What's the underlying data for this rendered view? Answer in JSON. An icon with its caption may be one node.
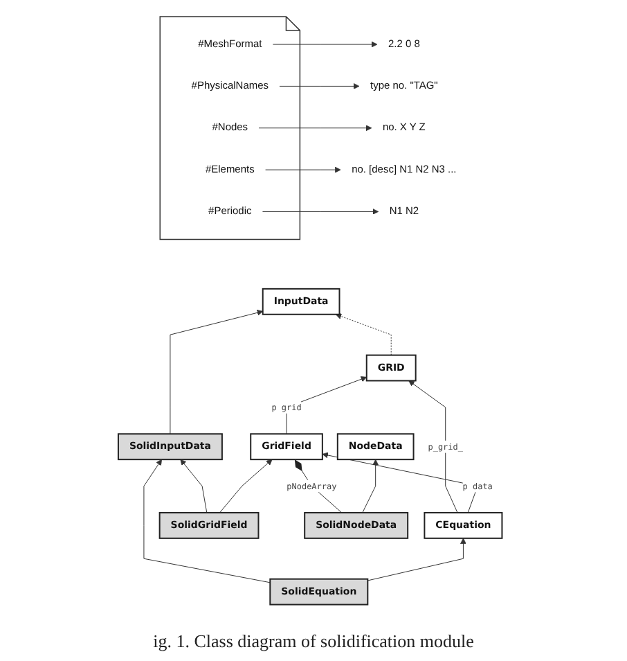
{
  "diagram": {
    "caption": "ig. 1. Class diagram of solidification module",
    "nodes": [
      {
        "text": [
          "CEquation"
        ]
      },
      {
        "text": [
          "GridField"
        ]
      },
      {
        "text": [
          "InputData"
        ]
      },
      {
        "text": [
          "SolidEquation"
        ]
      },
      {
        "text": [
          "SolidInputData"
        ]
      },
      {
        "text": [
          "SolidGridField"
        ]
      },
      {
        "text": [
          "GRID"
        ]
      },
      {
        "text": [
          "NodeData"
        ]
      },
      {
        "text": [
          "SolidNodeData"
        ]
      },
      {
        "text": [],
        "shape": "document"
      },
      {
        "text": [
          "#MeshFormat"
        ],
        "in": 9
      },
      {
        "text": [
          "2.2 0 8"
        ]
      },
      {
        "text": [
          "#PhysicalNames"
        ],
        "in": 9
      },
      {
        "text": [
          "type no. \"TAG\""
        ]
      },
      {
        "text": [
          "#Nodes"
        ],
        "in": 9
      },
      {
        "text": [
          "no. X Y Z"
        ]
      },
      {
        "text": [
          "#Elements"
        ],
        "in": 9
      },
      {
        "text": [
          "no. [desc] N1 N2 N3 ..."
        ]
      },
      {
        "text": [
          "#Periodic"
        ],
        "in": 9
      },
      {
        "text": [
          "N1 N2"
        ]
      }
    ],
    "edges": [
      {
        "from": 0,
        "to": 1,
        "arrow": "to",
        "label": "p data"
      },
      {
        "from": 0,
        "to": 6,
        "arrow": "to",
        "label": "p_grid_"
      },
      {
        "from": 3,
        "to": 0,
        "arrow": "to"
      },
      {
        "from": 6,
        "to": 2,
        "arrow": "to",
        "style": "dashed"
      },
      {
        "from": 4,
        "to": 2,
        "arrow": "to"
      },
      {
        "from": 5,
        "to": 1,
        "arrow": "to"
      },
      {
        "from": 3,
        "to": 4,
        "arrow": "to"
      },
      {
        "from": 5,
        "to": 4,
        "arrow": "to"
      },
      {
        "from": 1,
        "to": 6,
        "arrow": "to",
        "label": "p grid"
      },
      {
        "from": 8,
        "to": 7,
        "arrow": "to"
      },
      {
        "from": 8,
        "to": 1,
        "arrow": "other",
        "label": "pNodeArray"
      },
      {
        "from": 10,
        "to": 11,
        "arrow": "to"
      },
      {
        "from": 12,
        "to": 13,
        "arrow": "to"
      },
      {
        "from": 14,
        "to": 15,
        "arrow": "to"
      },
      {
        "from": 16,
        "to": 17,
        "arrow": "to"
      },
      {
        "from": 18,
        "to": 19,
        "arrow": "to"
      }
    ]
  }
}
